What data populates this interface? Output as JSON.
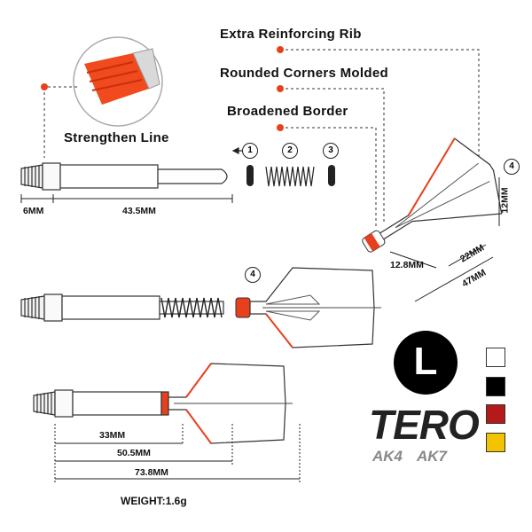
{
  "callouts": {
    "rib": "Extra Reinforcing Rib",
    "corners": "Rounded Corners Molded",
    "border": "Broadened Border",
    "strengthen": "Strengthen Line"
  },
  "parts": {
    "n1": "1",
    "n2": "2",
    "n3": "3",
    "n4a": "4",
    "n4b": "4"
  },
  "dims": {
    "thread": "6MM",
    "shaft": "43.5MM",
    "ring": "12.8MM",
    "flight_w": "22MM",
    "flight_h": "12MM",
    "flight_len": "47MM",
    "d33": "33MM",
    "d505": "50.5MM",
    "d738": "73.8MM",
    "weight": "WEIGHT:1.6g"
  },
  "size": "L",
  "brand": {
    "name": "TERO",
    "sub1": "AK4",
    "sub2": "AK7"
  },
  "colors": {
    "accent": "#e8401c",
    "options": [
      "#ffffff",
      "#000000",
      "#b51a1a",
      "#f2c400"
    ]
  }
}
